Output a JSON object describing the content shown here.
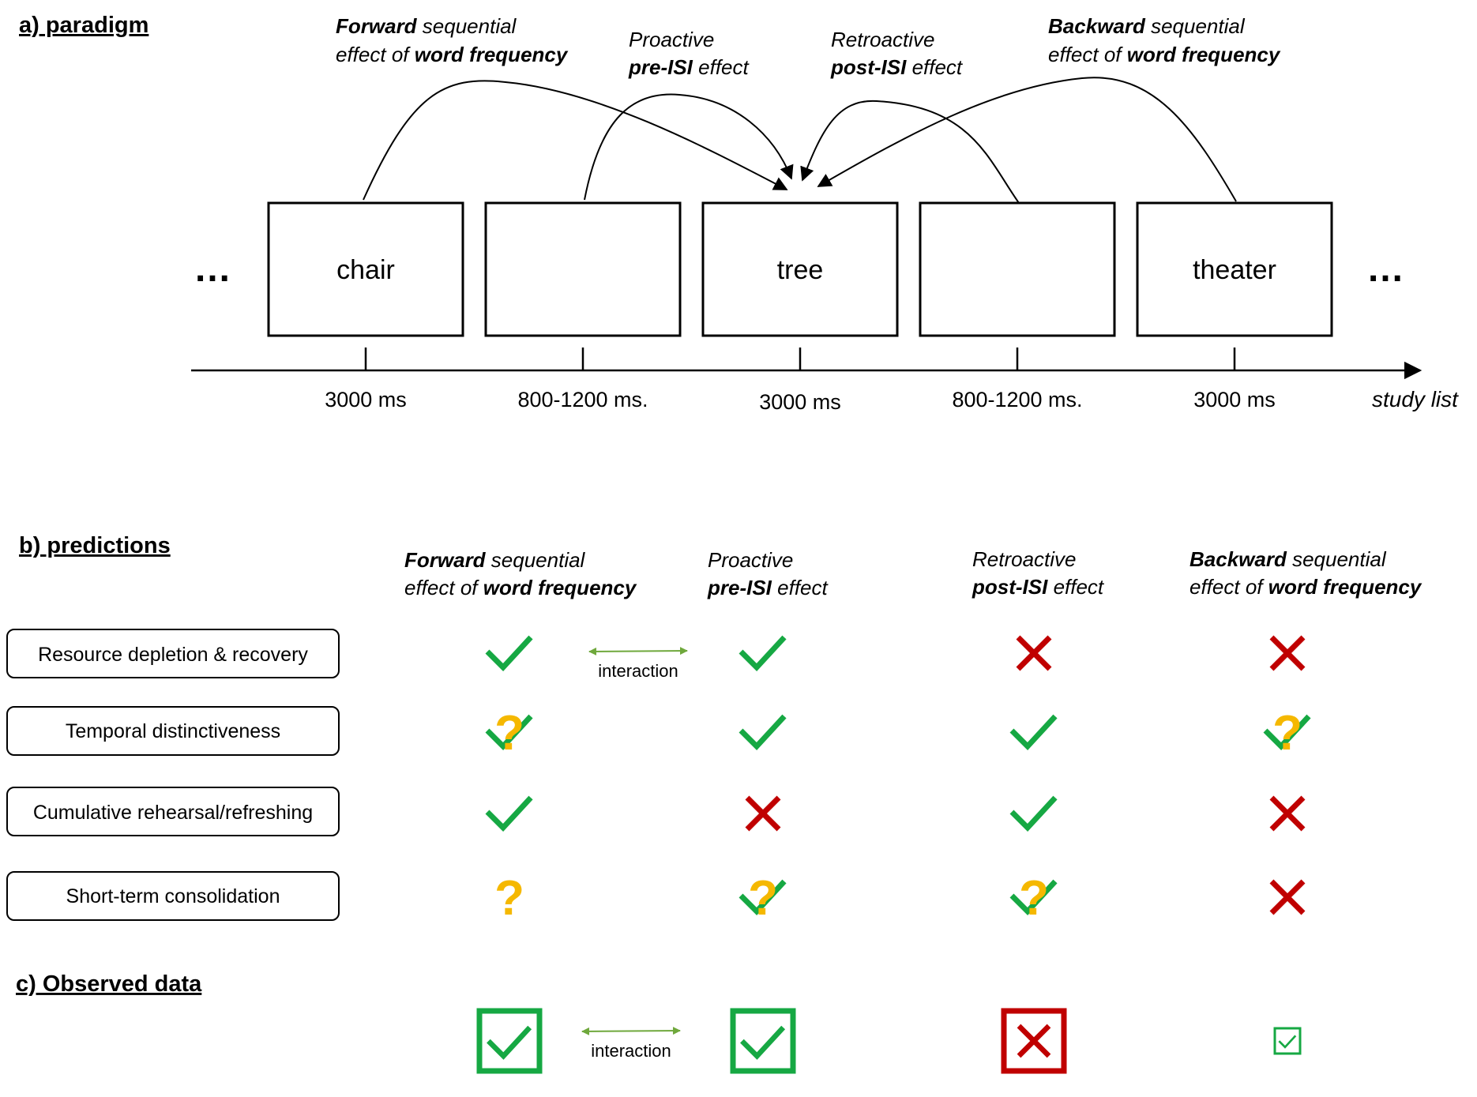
{
  "colors": {
    "check": "#16a843",
    "cross": "#c00000",
    "question": "#f5b800",
    "interaction_arrow": "#6fa83c",
    "line": "#000000"
  },
  "paradigm": {
    "title": "a) paradigm",
    "effects": {
      "forward": {
        "b1": "Forward",
        "t1": " sequential",
        "t2": "effect of ",
        "b2": "word frequency"
      },
      "proactive": {
        "t1": "Proactive",
        "b2": "pre-ISI",
        "t2": " effect"
      },
      "retroactive": {
        "t1": "Retroactive",
        "b2": "post-ISI",
        "t2": " effect"
      },
      "backward": {
        "b1": "Backward",
        "t1": " sequential",
        "t2": "effect of ",
        "b2": "word frequency"
      }
    },
    "ellipsis_left": "…",
    "ellipsis_right": "…",
    "words": [
      "chair",
      "",
      "tree",
      "",
      "theater"
    ],
    "durations": [
      "3000 ms",
      "800-1200 ms.",
      "3000 ms",
      "800-1200 ms.",
      "3000 ms"
    ],
    "axis_label": "study list"
  },
  "predictions": {
    "title": "b) predictions",
    "column_headers": {
      "forward": {
        "b1": "Forward",
        "t1": " sequential",
        "t2": "effect of ",
        "b2": "word frequency"
      },
      "proactive": {
        "t1": "Proactive",
        "b2": "pre-ISI",
        "t2": " effect"
      },
      "retroactive": {
        "t1": "Retroactive",
        "b2": "post-ISI",
        "t2": " effect"
      },
      "backward": {
        "b1": "Backward",
        "t1": " sequential",
        "t2": "effect of ",
        "b2": "word frequency"
      }
    },
    "interaction_label": "interaction",
    "rows": [
      {
        "model": "Resource depletion & recovery",
        "marks": [
          "check",
          "check",
          "cross",
          "cross"
        ]
      },
      {
        "model": "Temporal distinctiveness",
        "marks": [
          "check-question",
          "check",
          "check",
          "check-question"
        ]
      },
      {
        "model": "Cumulative rehearsal/refreshing",
        "marks": [
          "check",
          "cross",
          "check",
          "cross"
        ]
      },
      {
        "model": "Short-term consolidation",
        "marks": [
          "question",
          "check-question",
          "check-question",
          "cross"
        ]
      }
    ]
  },
  "observed": {
    "title": "c) Observed data",
    "interaction_label": "interaction",
    "marks": [
      "boxed-check-large",
      "boxed-check-large",
      "boxed-cross-large",
      "boxed-check-small"
    ]
  }
}
